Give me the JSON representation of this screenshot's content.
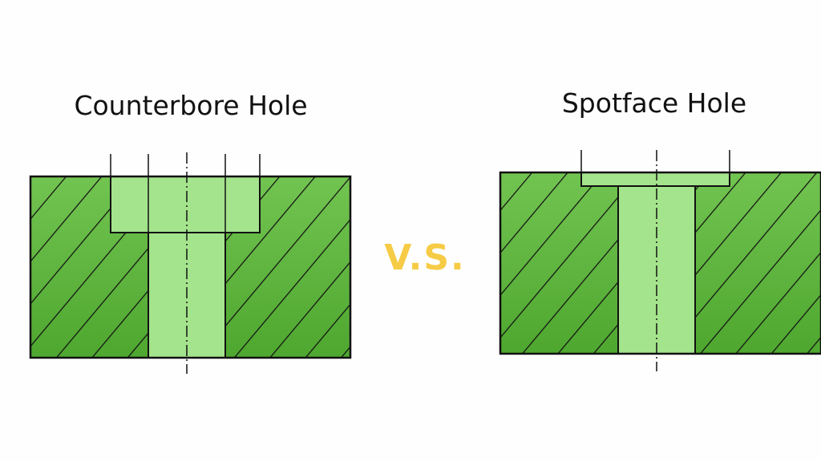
{
  "left": {
    "title": "Counterbore Hole"
  },
  "right": {
    "title": "Spotface Hole"
  },
  "separator": "V.S.",
  "colors": {
    "material_top": "#72c451",
    "material_bottom": "#4ea72f",
    "hole": "#a4e48c",
    "outline": "#111111",
    "vs": "#f6cb45"
  }
}
